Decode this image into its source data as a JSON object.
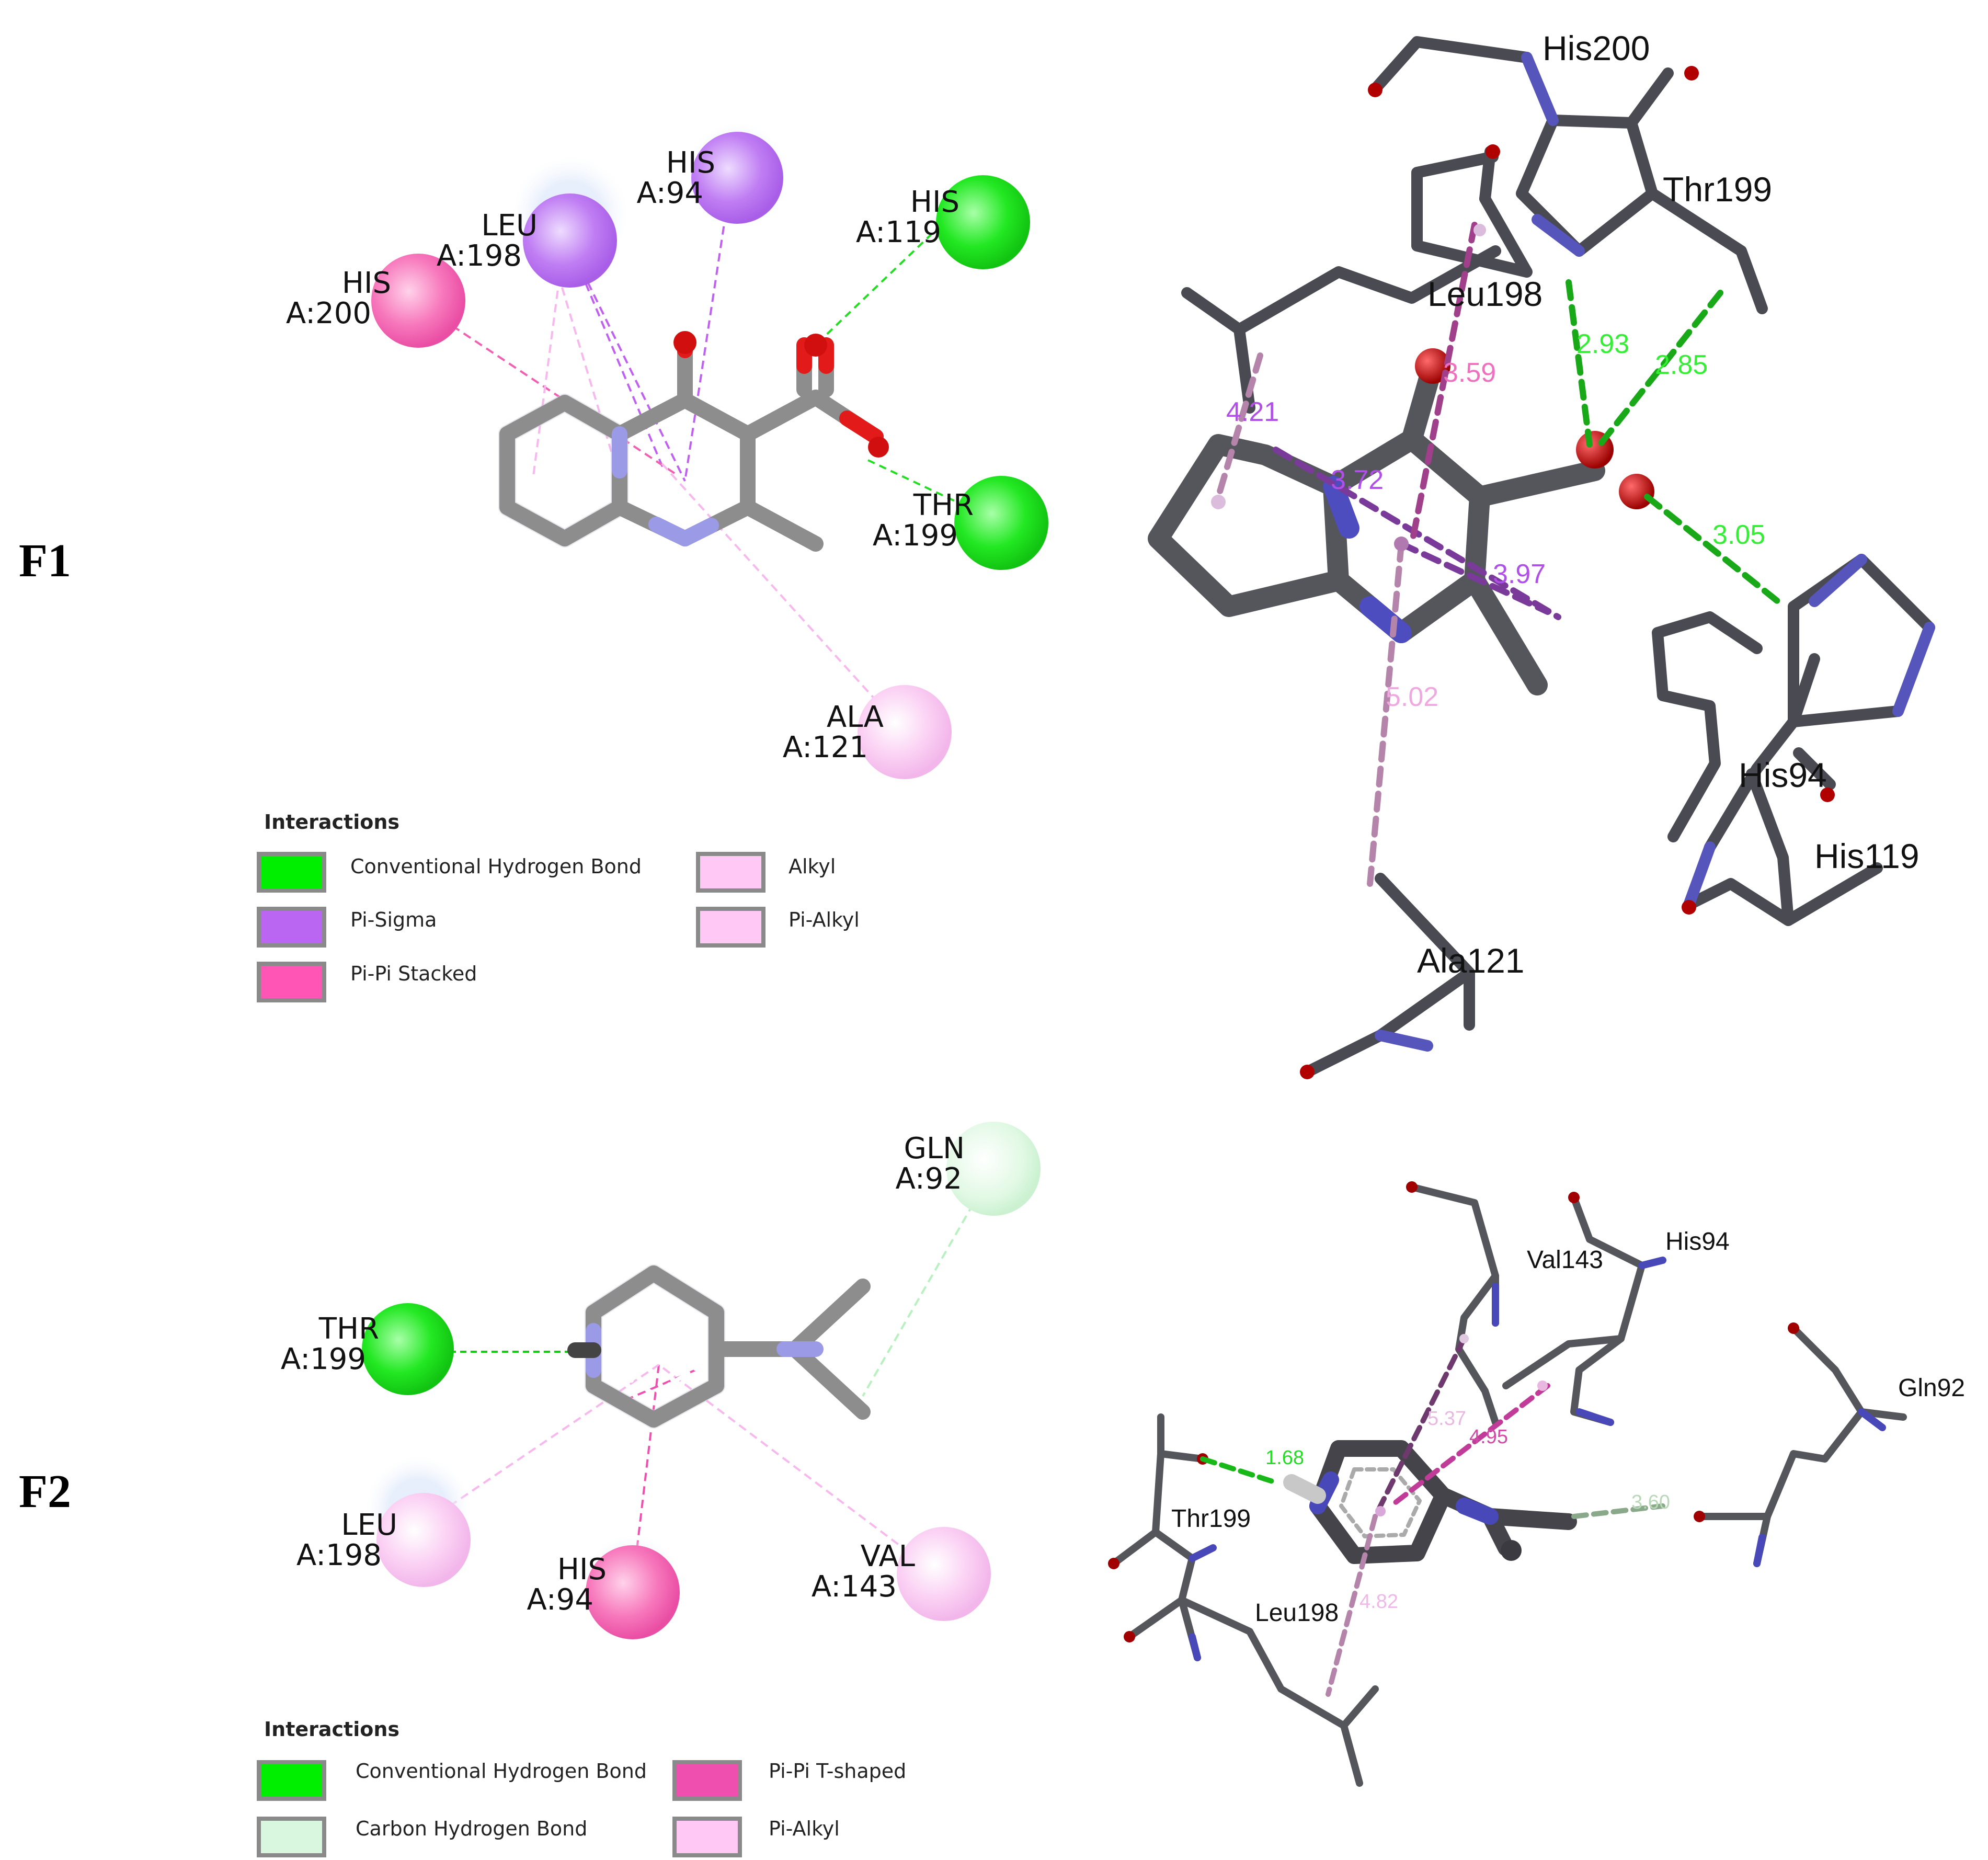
{
  "panels": [
    {
      "label": "F1",
      "residues_2d": [
        "HIS\nA:200",
        "LEU\nA:198",
        "HIS\nA:94",
        "HIS\nA:119",
        "THR\nA:199",
        "ALA\nA:121"
      ],
      "legend": {
        "title": "Interactions",
        "items": [
          {
            "name": "Conventional Hydrogen Bond",
            "color": "#00ee00"
          },
          {
            "name": "Pi-Sigma",
            "color": "#bb66f2"
          },
          {
            "name": "Pi-Pi Stacked",
            "color": "#ff55b5"
          },
          {
            "name": "Alkyl",
            "color": "#ffc8f5"
          },
          {
            "name": "Pi-Alkyl",
            "color": "#ffc8f5"
          }
        ]
      },
      "residues_3d": [
        "His200",
        "Thr199",
        "Leu198",
        "His94",
        "His119",
        "Ala121"
      ],
      "distances": [
        "2.93",
        "2.85",
        "3.05",
        "3.72",
        "3.97",
        "3.59",
        "5.02",
        "4.21"
      ]
    },
    {
      "label": "F2",
      "residues_2d": [
        "GLN\nA:92",
        "THR\nA:199",
        "LEU\nA:198",
        "HIS\nA:94",
        "VAL\nA:143"
      ],
      "legend": {
        "title": "Interactions",
        "items": [
          {
            "name": "Conventional Hydrogen Bond",
            "color": "#00ee00"
          },
          {
            "name": "Carbon Hydrogen Bond",
            "color": "#d8f7de"
          },
          {
            "name": "Pi-Pi T-shaped",
            "color": "#ef4fae"
          },
          {
            "name": "Pi-Alkyl",
            "color": "#ffc8f5"
          }
        ]
      },
      "residues_3d": [
        "Val143",
        "His94",
        "Gln92",
        "Thr199",
        "Leu198"
      ],
      "distances": [
        "1.68",
        "3.60",
        "5.37",
        "4.95",
        "4.82"
      ]
    }
  ]
}
